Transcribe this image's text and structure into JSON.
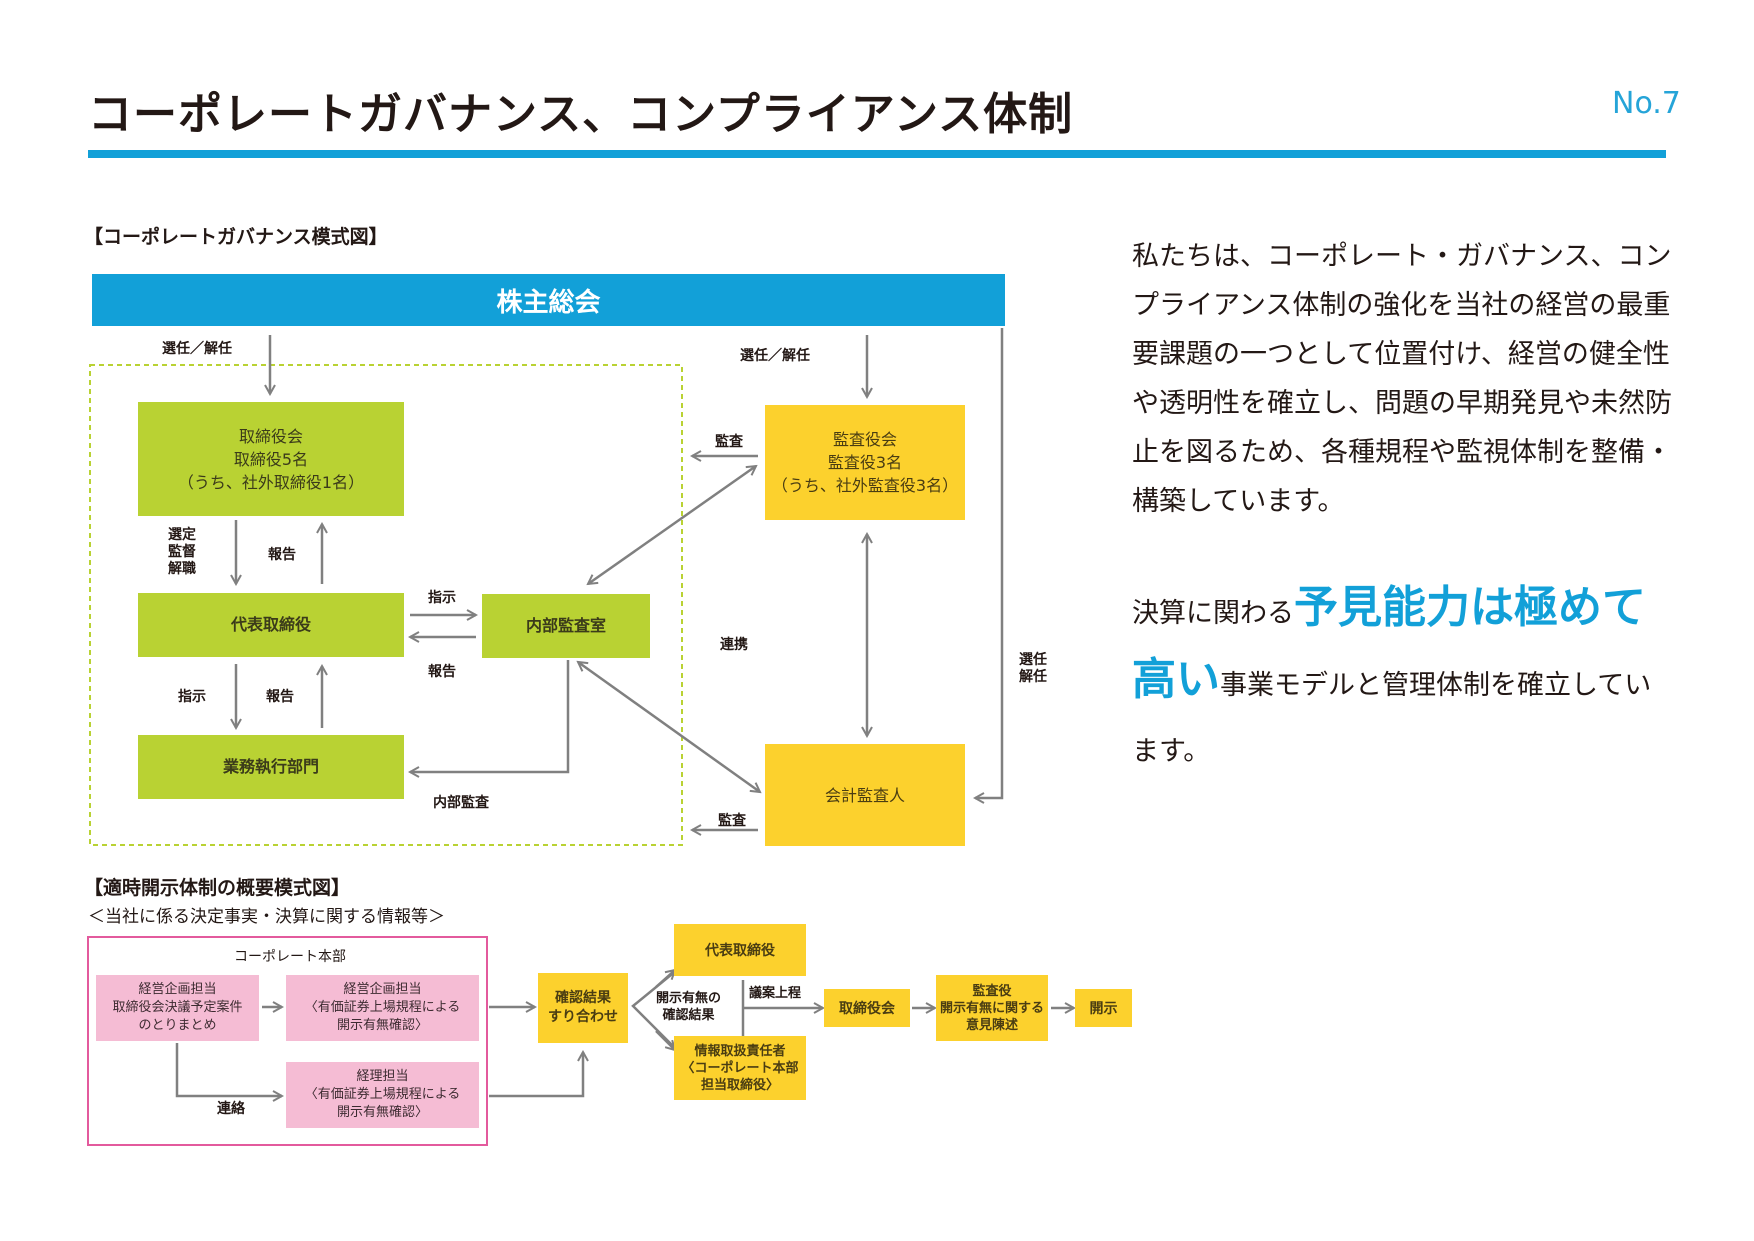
{
  "header": {
    "title": "コーポレートガバナンス、コンプライアンス体制",
    "page_no": "No.7"
  },
  "governance": {
    "section_title": "【コーポレートガバナンス模式図】",
    "shareholders": "株主総会",
    "board": {
      "line1": "取締役会",
      "line2": "取締役5名",
      "line3": "（うち、社外取締役1名）"
    },
    "rep_director": "代表取締役",
    "internal_audit_office": "内部監査室",
    "business_dept": "業務執行部門",
    "audit_board": {
      "line1": "監査役会",
      "line2": "監査役3名",
      "line3": "（うち、社外監査役3名）"
    },
    "accounting_auditor": "会計監査人",
    "labels": {
      "elect_dismiss": "選任／解任",
      "elect_dismiss_right": "選任／解任",
      "select": "選定",
      "supervise": "監督",
      "dismiss": "解職",
      "report_board": "報告",
      "instruct_ia": "指示",
      "report_ia": "報告",
      "instruct_dept": "指示",
      "report_dept": "報告",
      "internal_audit": "内部監査",
      "audit_top": "監査",
      "audit_bottom": "監査",
      "cooperation": "連携",
      "elect": "選任",
      "dismiss_right": "解任"
    }
  },
  "disclosure": {
    "section_title": "【適時開示体制の概要模式図】",
    "subtitle": "＜当社に係る決定事実・決算に関する情報等＞",
    "hq_label": "コーポレート本部",
    "box1": {
      "line1": "経営企画担当",
      "line2": "取締役会決議予定案件",
      "line3": "のとりまとめ"
    },
    "box2": {
      "line1": "経営企画担当",
      "line2": "〈有価証券上場規程による",
      "line3": "開示有無確認〉"
    },
    "box3": {
      "line1": "経理担当",
      "line2": "〈有価証券上場規程による",
      "line3": "開示有無確認〉"
    },
    "contact": "連絡",
    "confirm": {
      "line1": "確認結果",
      "line2": "すり合わせ"
    },
    "rep_director": "代表取締役",
    "info_officer": {
      "line1": "情報取扱責任者",
      "line2": "〈コーポレート本部",
      "line3": "担当取締役〉"
    },
    "confirm_result": {
      "line1": "開示有無の",
      "line2": "確認結果"
    },
    "agenda": "議案上程",
    "board": "取締役会",
    "auditor": {
      "line1": "監査役",
      "line2": "開示有無に関する",
      "line3": "意見陳述"
    },
    "disclose": "開示"
  },
  "text": {
    "paragraph": "私たちは、コーポレート・ガバナンス、コンプライアンス体制の強化を当社の経営の最重要課題の一つとして位置付け、経営の健全性や透明性を確立し、問題の早期発見や未然防止を図るため、各種規程や監視体制を整備・構築しています。",
    "p2_before": "決算に関わる",
    "p2_highlight": "予見能力は極めて高い",
    "p2_after": "事業モデルと管理体制を確立しています。"
  },
  "colors": {
    "accent_blue": "#12a0d8",
    "green": "#b9d233",
    "yellow": "#fcd12d",
    "pink": "#f5bcd4",
    "pink_border": "#e35a9d"
  }
}
